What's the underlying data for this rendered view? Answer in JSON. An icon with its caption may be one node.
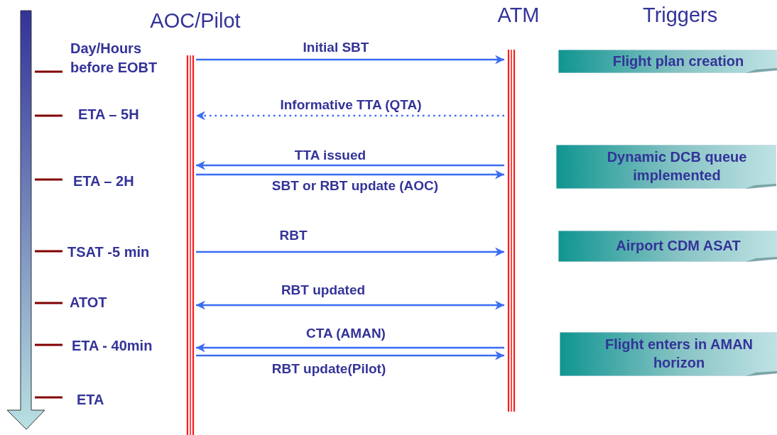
{
  "diagram": {
    "nodes": [
      {
        "text": [
          "AOC/Pilot"
        ]
      },
      {
        "text": [
          "ATM"
        ]
      },
      {
        "text": [
          "Flight plan creation"
        ]
      },
      {
        "text": [
          "Dynamic DCB queue implemented"
        ]
      },
      {
        "text": [
          "Airport CDM ASAT"
        ]
      },
      {
        "text": [
          "Flight enters in AMAN horizon"
        ]
      }
    ],
    "edges": [
      {
        "from": 0,
        "to": 1,
        "arrow": "to",
        "label": "Initial SBT"
      },
      {
        "from": 1,
        "to": 0,
        "arrow": "to",
        "label": "Informative TTA (QTA)",
        "style": "dashed"
      },
      {
        "from": 1,
        "to": 0,
        "arrow": "to",
        "label": "TTA issued"
      },
      {
        "from": 0,
        "to": 1,
        "arrow": "to",
        "label": "SBT or RBT update (AOC)"
      },
      {
        "from": 0,
        "to": 1,
        "arrow": "to",
        "label": "RBT"
      },
      {
        "from": 0,
        "to": 1,
        "arrow": "both",
        "label": "RBT updated"
      },
      {
        "from": 1,
        "to": 0,
        "arrow": "to",
        "label": "CTA (AMAN)"
      },
      {
        "from": 0,
        "to": 1,
        "arrow": "to",
        "label": "RBT update(Pilot)"
      }
    ],
    "labels": [
      "Triggers",
      "Day/Hours before EOBT",
      "ETA – 5H",
      "ETA – 2H",
      "TSAT -5 min",
      "ATOT",
      "ETA - 40min",
      "ETA"
    ]
  }
}
